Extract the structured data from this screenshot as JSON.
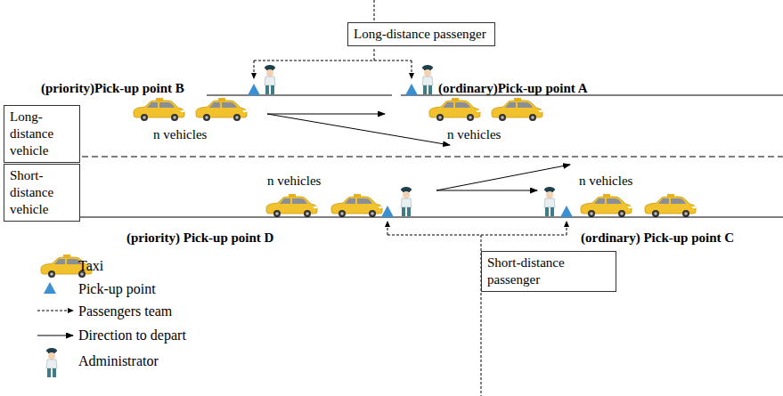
{
  "diagram": {
    "nodes": [
      {
        "text": [
          "Long-distance passenger"
        ]
      },
      {
        "text": [
          "Long-distance vehicle"
        ]
      },
      {
        "text": [
          "Short-distance vehicle"
        ]
      },
      {
        "text": [
          "Short-distance passenger"
        ]
      }
    ],
    "labels": [
      "(priority)Pick-up point B",
      "(ordinary)Pick-up point A",
      "n vehicles",
      "n vehicles",
      "n vehicles",
      "n vehicles",
      "(priority) Pick-up point D",
      "(ordinary) Pick-up point C"
    ],
    "legend": [
      {
        "text": "Taxi"
      },
      {
        "text": "Pick-up point"
      },
      {
        "text": "Passengers team"
      },
      {
        "text": "Direction to depart"
      },
      {
        "text": "Administrator"
      }
    ]
  }
}
